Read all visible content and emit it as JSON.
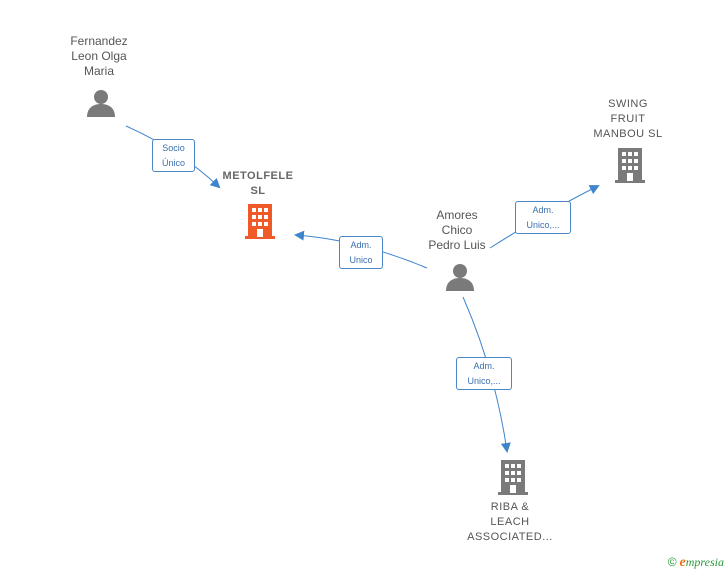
{
  "colors": {
    "edge": "#3f85cc",
    "person_icon": "#7a7a7a",
    "company_icon": "#7a7a7a",
    "focus_company_icon": "#f05a28",
    "brand_green": "#2a9a3a",
    "brand_orange": "#e8711a"
  },
  "nodes": {
    "fernandez": {
      "label": "Fernandez\nLeon Olga\nMaria",
      "icon": "person-icon"
    },
    "metolfele": {
      "label": "METOLFELE\nSL",
      "icon": "building-icon"
    },
    "amores": {
      "label": "Amores\nChico\nPedro Luis",
      "icon": "person-icon"
    },
    "swing": {
      "label": "SWING\nFRUIT\nMANBOU  SL",
      "icon": "building-icon"
    },
    "riba": {
      "label": "RIBA &\nLEACH\nASSOCIATED...",
      "icon": "building-icon"
    }
  },
  "edges": {
    "e1": {
      "label": "Socio\nÚnico"
    },
    "e2": {
      "label": "Adm.\nUnico"
    },
    "e3": {
      "label": "Adm.\nUnico,..."
    },
    "e4": {
      "label": "Adm.\nUnico,..."
    }
  },
  "footer": {
    "copyright": "©",
    "brand_initial": "e",
    "brand_rest": "mpresia"
  }
}
